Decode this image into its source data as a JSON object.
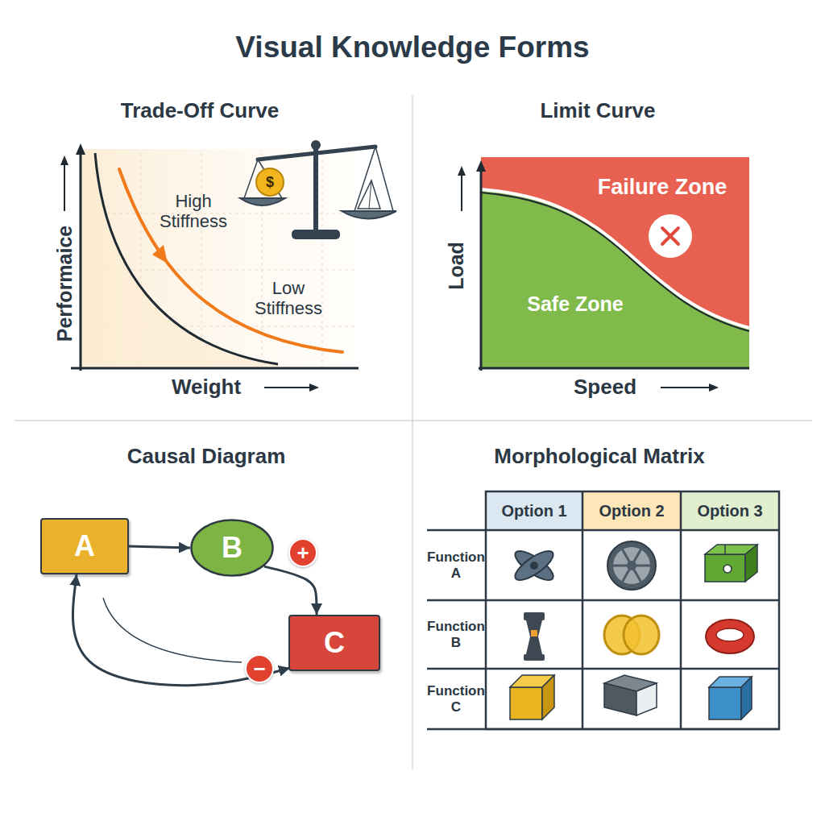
{
  "diagram": {
    "title": "Visual Knowledge Forms",
    "nodes": [
      {
        "text": [
          "Failure Zone"
        ]
      },
      {
        "text": [
          "Safe Zone"
        ]
      },
      {
        "text": [
          "A"
        ]
      },
      {
        "text": [
          "B"
        ]
      },
      {
        "text": [
          "C"
        ]
      }
    ],
    "edges": [
      {
        "from": 2,
        "to": 3,
        "arrow": "to"
      },
      {
        "from": 3,
        "to": 4,
        "label": "+",
        "arrow": "to"
      },
      {
        "from": 4,
        "to": 2,
        "label": "−",
        "arrow": "both"
      }
    ],
    "labels": [
      "Trade-Off Curve",
      "$",
      "High Stiffness",
      "Performaice",
      "Low Stiffness",
      "Weight",
      "Limit Curve",
      "Load",
      "Speed",
      "Causal Diagram",
      "Morphological Matrix",
      "Option 1",
      "Option 2",
      "Option 3",
      "Function A",
      "Function B",
      "Function C"
    ]
  }
}
